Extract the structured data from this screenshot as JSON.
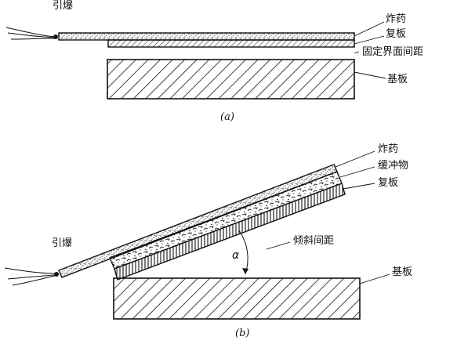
{
  "panel_a": {
    "caption": "(a)",
    "labels": {
      "detonation": "引爆",
      "explosive": "炸药",
      "cladding_plate": "复板",
      "standoff": "固定界面间距",
      "base_plate": "基板"
    }
  },
  "panel_b": {
    "caption": "(b)",
    "angle_symbol": "α",
    "labels": {
      "detonation": "引爆",
      "explosive": "炸药",
      "buffer": "缓冲物",
      "cladding_plate": "复板",
      "inclined_standoff": "倾斜间距",
      "base_plate": "基板"
    }
  }
}
